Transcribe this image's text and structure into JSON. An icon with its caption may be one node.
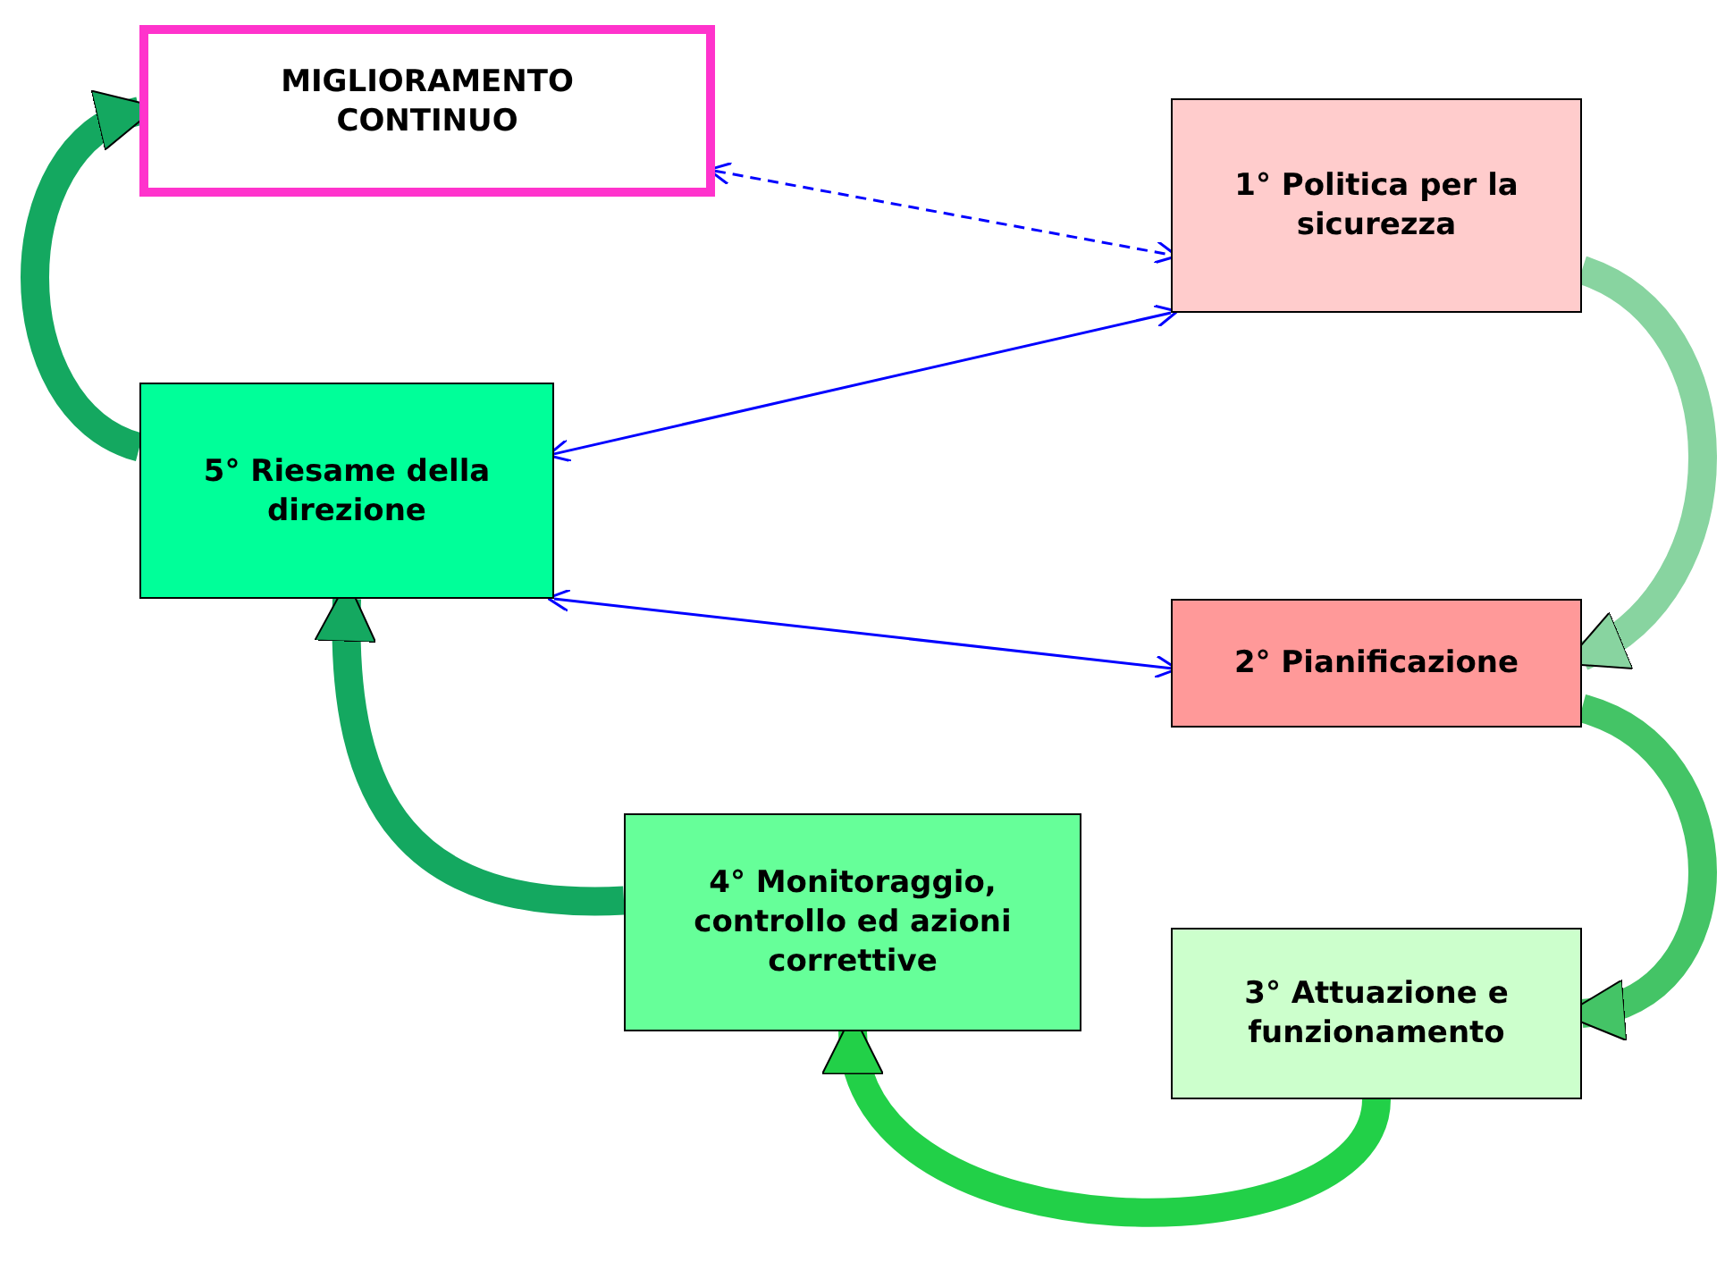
{
  "diagram": {
    "nodes": [
      {
        "text": [
          "MIGLIORAMENTO CONTINUO"
        ]
      },
      {
        "text": [
          "1° Politica per la sicurezza"
        ]
      },
      {
        "text": [
          "5° Riesame della direzione"
        ]
      },
      {
        "text": [
          "2° Pianificazione"
        ]
      },
      {
        "text": [
          "4° Monitoraggio, controllo ed azioni correttive"
        ]
      },
      {
        "text": [
          "3° Attuazione e funzionamento"
        ]
      }
    ],
    "edges": [
      {
        "from": 0,
        "to": 1,
        "arrow": "both",
        "style": "dashed"
      },
      {
        "from": 2,
        "to": 1,
        "arrow": "both"
      },
      {
        "from": 2,
        "to": 3,
        "arrow": "both"
      },
      {
        "from": 1,
        "to": 3,
        "arrow": "to",
        "color": "#88d4a0"
      },
      {
        "from": 3,
        "to": 5,
        "arrow": "to",
        "color": "#44c466"
      },
      {
        "from": 5,
        "to": 4,
        "arrow": "to",
        "color": "#22d048"
      },
      {
        "from": 4,
        "to": 2,
        "arrow": "to",
        "color": "#14a860"
      },
      {
        "from": 2,
        "to": 0,
        "arrow": "to",
        "color": "#14a860"
      }
    ]
  }
}
